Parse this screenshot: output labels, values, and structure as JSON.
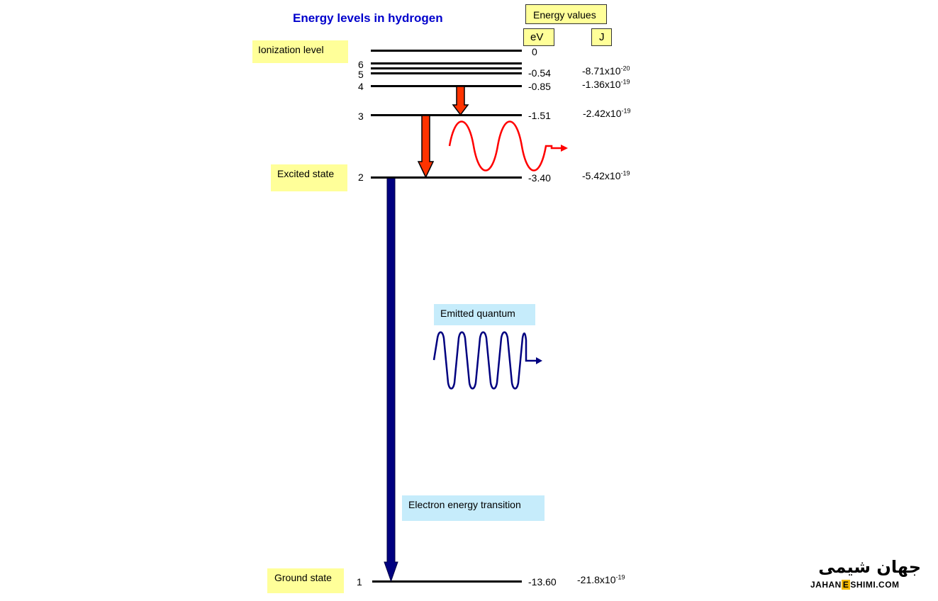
{
  "title": "Energy levels in hydrogen",
  "header": {
    "energy_values": "Energy values",
    "ev_unit": "eV",
    "j_unit": "J"
  },
  "labels": {
    "ionization": "Ionization level",
    "excited": "Excited state",
    "ground": "Ground state",
    "emitted": "Emitted quantum",
    "transition": "Electron energy transition"
  },
  "levels": [
    {
      "n": "",
      "ev": "0",
      "j_base": "",
      "j_exp": ""
    },
    {
      "n": "6",
      "ev": "",
      "j_base": "",
      "j_exp": ""
    },
    {
      "n": "5",
      "ev": "-0.54",
      "j_base": "-8.71x10",
      "j_exp": "-20"
    },
    {
      "n": "4",
      "ev": "-0.85",
      "j_base": "-1.36x10",
      "j_exp": "-19"
    },
    {
      "n": "3",
      "ev": "-1.51",
      "j_base": "-2.42x10",
      "j_exp": "-19"
    },
    {
      "n": "2",
      "ev": "-3.40",
      "j_base": "-5.42x10",
      "j_exp": "-19"
    },
    {
      "n": "1",
      "ev": "-13.60",
      "j_base": "-21.8x10",
      "j_exp": "-19"
    }
  ],
  "colors": {
    "title": "#0000cc",
    "yellow_box": "#ffff99",
    "blue_box": "#c6ecfb",
    "red_arrow": "#ff3300",
    "red_wave": "#ff0000",
    "navy": "#000080"
  },
  "logo": {
    "top": "جهان شیمی",
    "bottom_left": "JAHAN",
    "bottom_e": "E",
    "bottom_right": "SHIMI.COM"
  }
}
